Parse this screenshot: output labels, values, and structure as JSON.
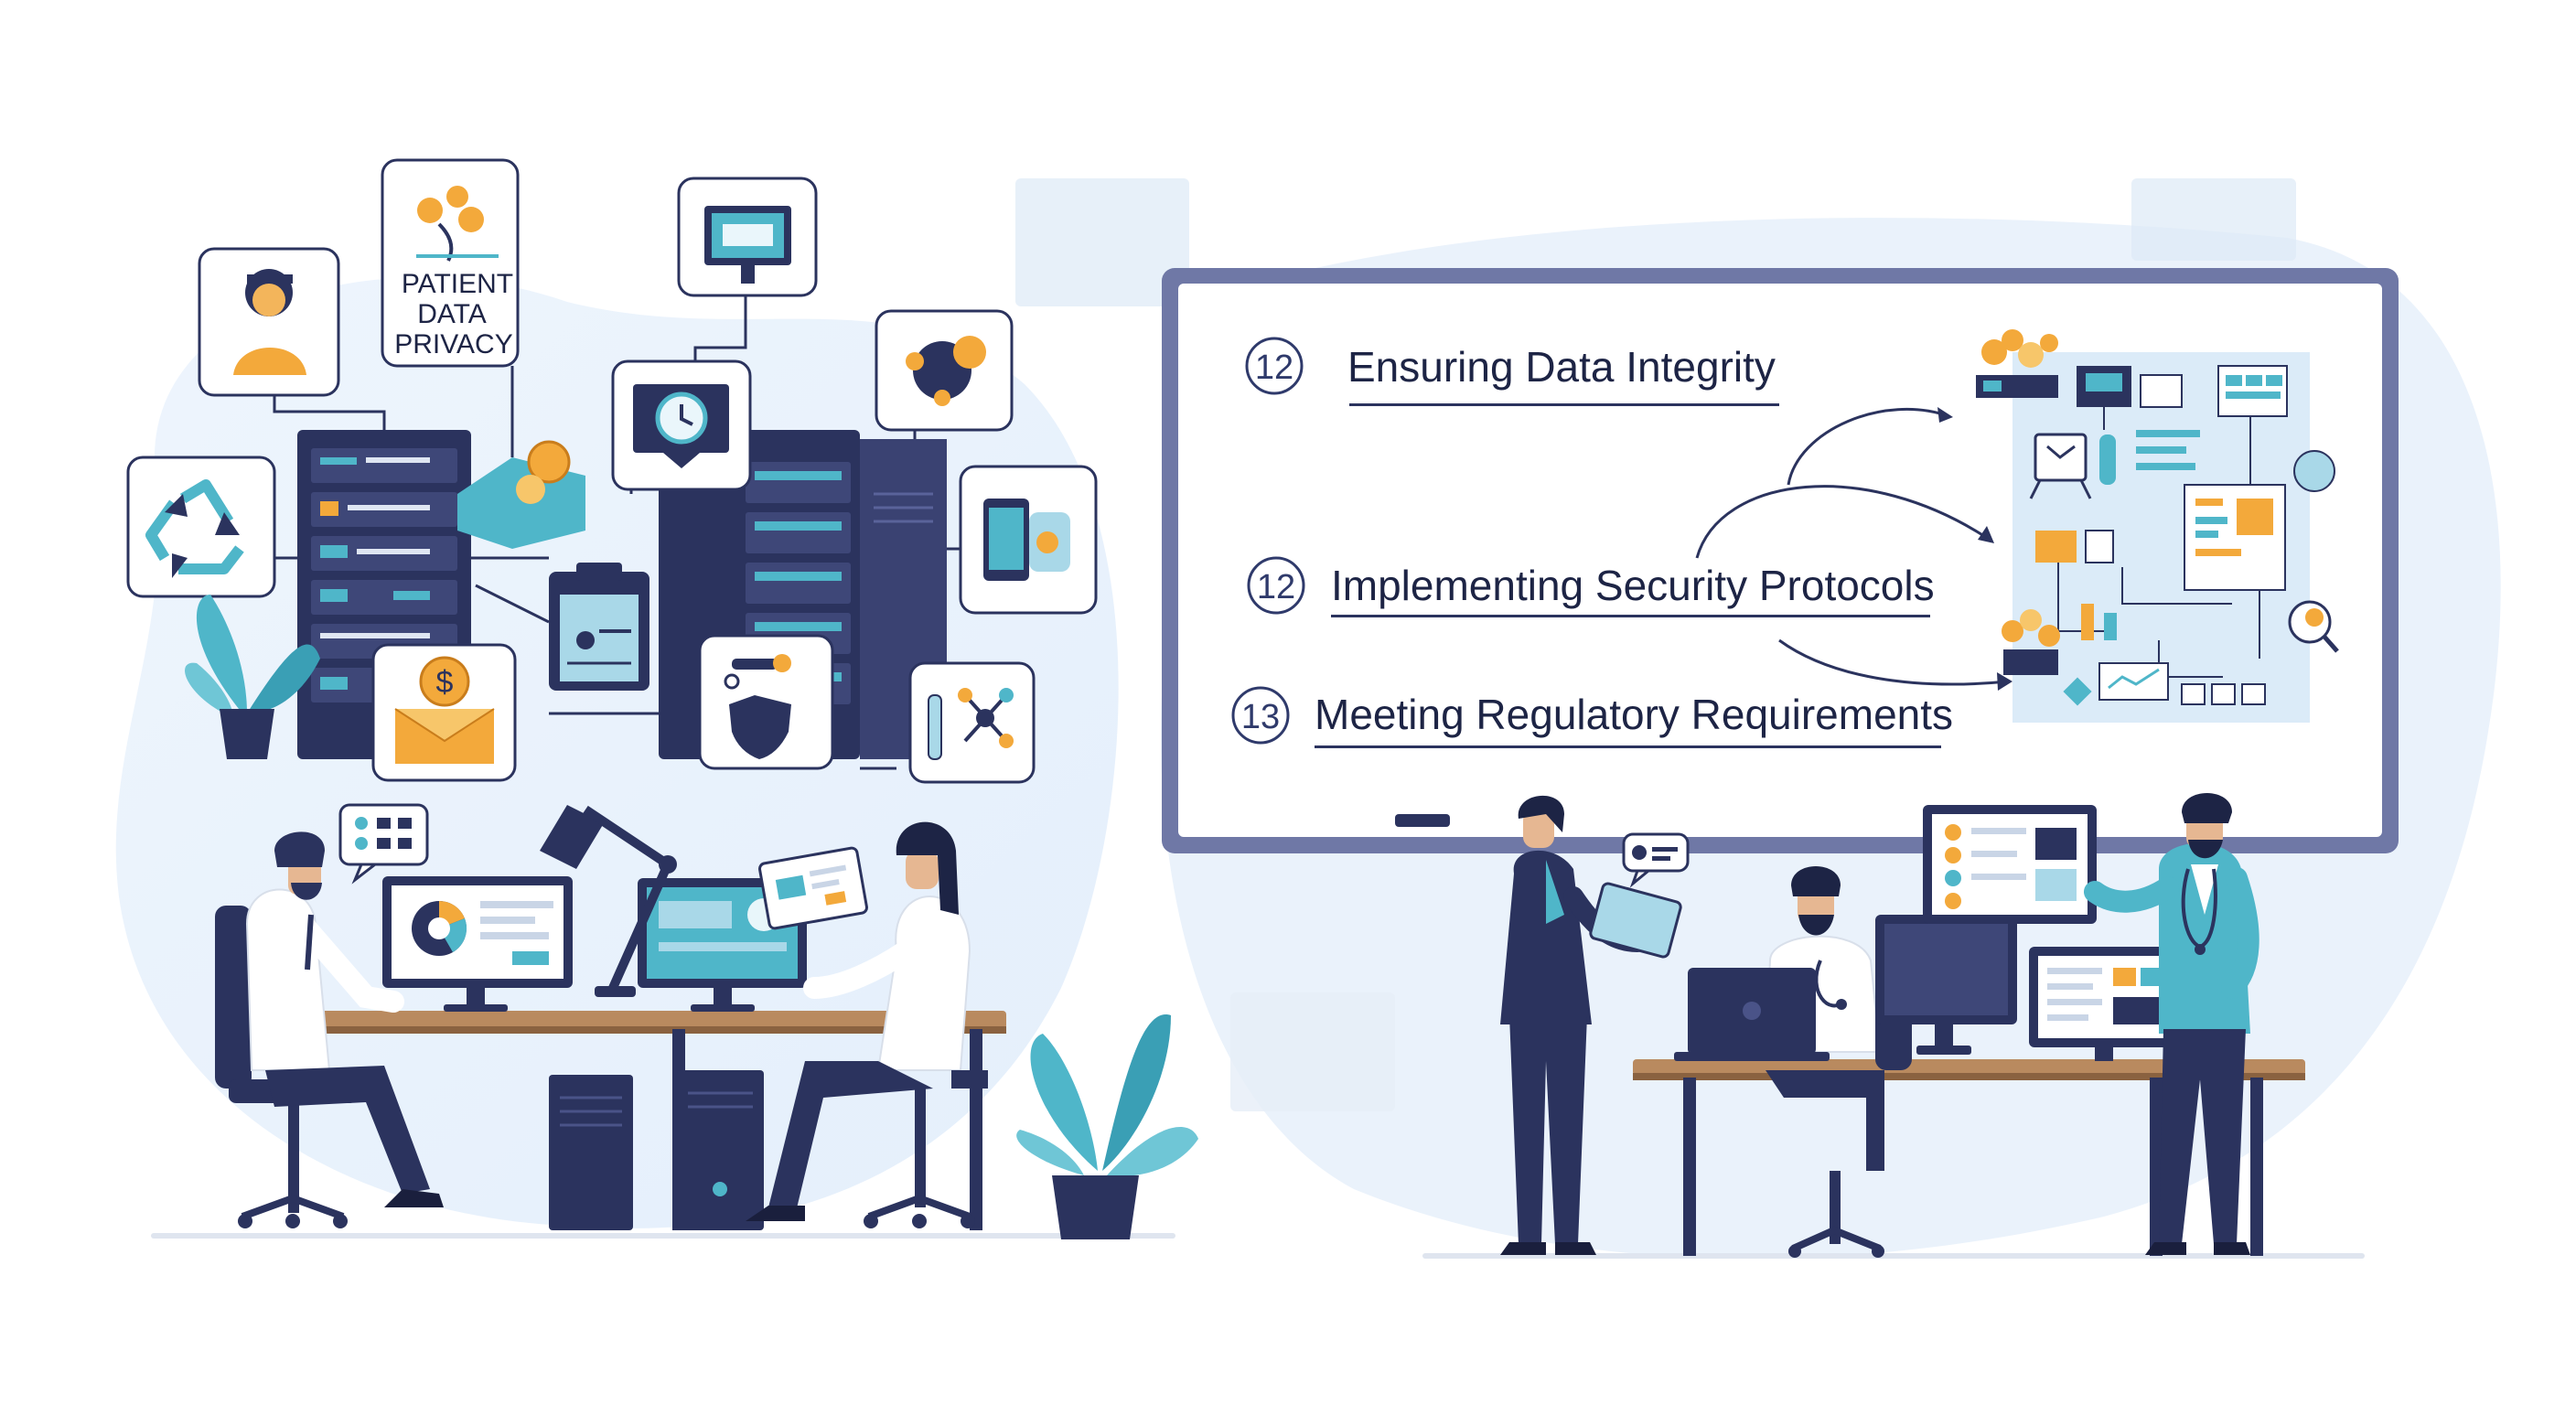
{
  "left_panel": {
    "privacy_card": {
      "line1": "PATIENT",
      "line2": "DATA",
      "line3": "PRIVACY"
    },
    "currency_symbol": "$",
    "icons": [
      "person-icon",
      "recycle-icon",
      "coins-icon",
      "monitor-icon",
      "clock-monitor-icon",
      "network-globe-icon",
      "mobile-devices-icon",
      "clipboard-icon",
      "money-envelope-icon",
      "shield-key-icon",
      "molecule-icon"
    ]
  },
  "whiteboard": {
    "items": [
      {
        "number": "12",
        "label": "Ensuring Data Integrity"
      },
      {
        "number": "12",
        "label": "Implementing Security Protocols"
      },
      {
        "number": "13",
        "label": "Meeting Regulatory Requirements"
      }
    ]
  },
  "colors": {
    "navy": "#2b335e",
    "teal": "#4fb6c9",
    "orange": "#f3a93b",
    "light_blue": "#e8f1fb",
    "wood": "#b98a5f"
  }
}
